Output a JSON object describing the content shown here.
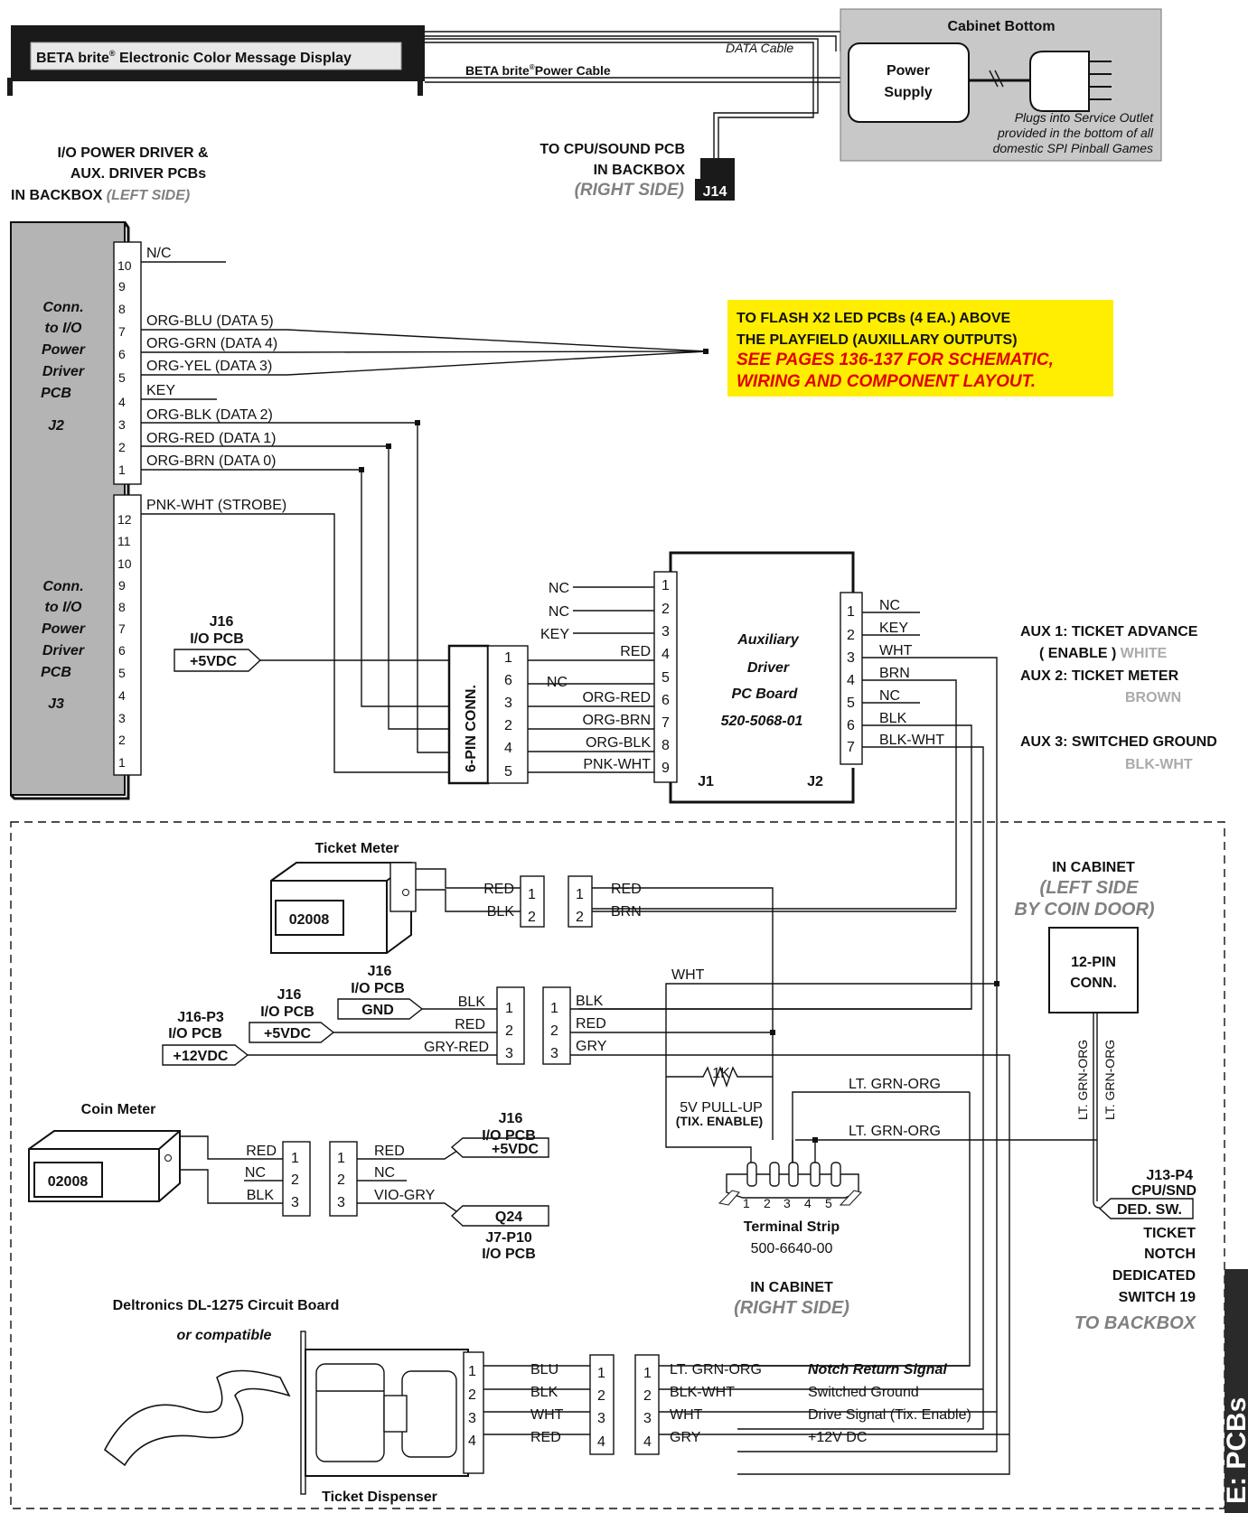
{
  "display": {
    "title": "BETA brite",
    "reg": "®",
    "title_rest": " Electronic Color Message Display",
    "data_cable": "DATA Cable",
    "power_cable": "BETA brite",
    "power_cable_rest": "Power Cable"
  },
  "cabinet_bottom": {
    "title": "Cabinet Bottom",
    "supply_line1": "Power",
    "supply_line2": "Supply",
    "note_line1": "Plugs into Service Outlet",
    "note_line2": "provided in the bottom of all",
    "note_line3": "domestic SPI Pinball Games"
  },
  "cpu_sound": {
    "line1": "TO CPU/SOUND PCB",
    "line2": "IN BACKBOX",
    "line3": "(RIGHT SIDE)",
    "connector": "J14"
  },
  "io_power": {
    "line1": "I/O POWER DRIVER &",
    "line2": "AUX. DRIVER PCBs",
    "line3": "IN BACKBOX",
    "line3_side": "(LEFT SIDE)"
  },
  "j2_block": {
    "label": [
      "Conn.",
      "to I/O",
      "Power",
      "Driver",
      "PCB",
      "J2"
    ],
    "pins": [
      "10",
      "9",
      "8",
      "7",
      "6",
      "5",
      "4",
      "3",
      "2",
      "1"
    ],
    "wires": {
      "p10": "N/C",
      "p7": "ORG-BLU (DATA 5)",
      "p6": "ORG-GRN (DATA 4)",
      "p5": "ORG-YEL (DATA 3)",
      "p4": "KEY",
      "p3": "ORG-BLK (DATA 2)",
      "p2": "ORG-RED (DATA 1)",
      "p1": "ORG-BRN (DATA 0)"
    }
  },
  "j3_block": {
    "label": [
      "Conn.",
      "to I/O",
      "Power",
      "Driver",
      "PCB",
      "J3"
    ],
    "pins": [
      "12",
      "11",
      "10",
      "9",
      "8",
      "7",
      "6",
      "5",
      "4",
      "3",
      "2",
      "1"
    ],
    "wire_p12": "PNK-WHT (STROBE)"
  },
  "flash_note": {
    "line1": "TO FLASH X2 LED PCBs (4 EA.) ABOVE",
    "line2": "THE PLAYFIELD (AUXILLARY OUTPUTS)",
    "line3": "SEE PAGES 136-137 FOR SCHEMATIC,",
    "line4": "WIRING AND COMPONENT LAYOUT."
  },
  "j16_5v_top": {
    "line1": "J16",
    "line2": "I/O PCB",
    "tag": "+5VDC"
  },
  "six_pin": {
    "label": "6-PIN CONN.",
    "pins": [
      "1",
      "6",
      "3",
      "2",
      "4",
      "5"
    ],
    "wires": [
      "RED",
      "NC",
      "ORG-RED",
      "ORG-BRN",
      "ORG-BLK",
      "PNK-WHT"
    ]
  },
  "aux_board": {
    "line1": "Auxiliary",
    "line2": "Driver",
    "line3": "PC Board",
    "line4": "520-5068-01",
    "j1": "J1",
    "j2": "J2",
    "j1_pins": [
      "1",
      "2",
      "3",
      "4",
      "5",
      "6",
      "7",
      "8",
      "9"
    ],
    "j1_left": [
      "NC",
      "NC",
      "KEY"
    ],
    "j2_pins": [
      "1",
      "2",
      "3",
      "4",
      "5",
      "6",
      "7"
    ],
    "j2_wires": [
      "NC",
      "KEY",
      "WHT",
      "BRN",
      "NC",
      "BLK",
      "BLK-WHT"
    ]
  },
  "aux_legend": {
    "aux1": "AUX 1: TICKET ADVANCE",
    "aux1_sub": "( ENABLE )",
    "aux1_color": "WHITE",
    "aux2": "AUX 2: TICKET METER",
    "aux2_color": "BROWN",
    "aux3": "AUX 3: SWITCHED GROUND",
    "aux3_color": "BLK-WHT"
  },
  "ticket_meter": {
    "title": "Ticket Meter",
    "counter": "02008",
    "left_wires": [
      "RED",
      "BLK"
    ],
    "pins": [
      "1",
      "2"
    ],
    "right_wires": [
      "RED",
      "BRN"
    ]
  },
  "in_cabinet_left": {
    "line1": "IN CABINET",
    "line2": "(LEFT SIDE",
    "line3": "BY COIN DOOR)",
    "conn_line1": "12-PIN",
    "conn_line2": "CONN.",
    "wire_a": "LT. GRN-ORG",
    "wire_b": "LT. GRN-ORG"
  },
  "power_3pin": {
    "j16_gnd_l1": "J16",
    "j16_gnd_l2": "I/O PCB",
    "gnd": "GND",
    "j16_5v_l1": "J16",
    "j16_5v_l2": "I/O PCB",
    "v5": "+5VDC",
    "j16p3_l1": "J16-P3",
    "j16p3_l2": "I/O PCB",
    "v12": "+12VDC",
    "left_wires": [
      "BLK",
      "RED",
      "GRY-RED"
    ],
    "pins": [
      "1",
      "2",
      "3"
    ],
    "right_wires": [
      "BLK",
      "RED",
      "GRY"
    ],
    "wht": "WHT"
  },
  "pullup": {
    "value": "1K",
    "line1": "5V PULL-UP",
    "line2": "(TIX. ENABLE)",
    "lt_grn_1": "LT. GRN-ORG",
    "lt_grn_2": "LT. GRN-ORG"
  },
  "terminal_strip": {
    "pins": [
      "1",
      "2",
      "3",
      "4",
      "5"
    ],
    "title": "Terminal Strip",
    "part": "500-6640-00"
  },
  "in_cabinet_right": {
    "line1": "IN CABINET",
    "line2": "(RIGHT SIDE)"
  },
  "coin_meter": {
    "title": "Coin Meter",
    "counter": "02008",
    "left_wires": [
      "RED",
      "NC",
      "BLK"
    ],
    "pins": [
      "1",
      "2",
      "3"
    ],
    "right_wires": [
      "RED",
      "NC",
      "VIO-GRY"
    ],
    "j16_l1": "J16",
    "j16_l2": "I/O PCB",
    "v5": "+5VDC",
    "q24": "Q24",
    "j7_l1": "J7-P10",
    "j7_l2": "I/O PCB"
  },
  "j13": {
    "line1": "J13-P4",
    "line2": "CPU/SND",
    "tag": "DED. SW.",
    "t1": "TICKET",
    "t2": "NOTCH",
    "t3": "DEDICATED",
    "t4": "SWITCH 19",
    "t5": "TO BACKBOX"
  },
  "dispenser": {
    "board_line1": "Deltronics DL-1275 Circuit Board",
    "board_line2": "or compatible",
    "title": "Ticket Dispenser",
    "pins": [
      "1",
      "2",
      "3",
      "4"
    ],
    "left_wires": [
      "BLU",
      "BLK",
      "WHT",
      "RED"
    ],
    "right_wires": [
      "LT. GRN-ORG",
      "BLK-WHT",
      "WHT",
      "GRY"
    ],
    "signals": [
      "Notch Return Signal",
      "Switched Ground",
      "Drive Signal (Tix. Enable)",
      "+12V DC"
    ]
  },
  "side_tab": "E: PCBs"
}
